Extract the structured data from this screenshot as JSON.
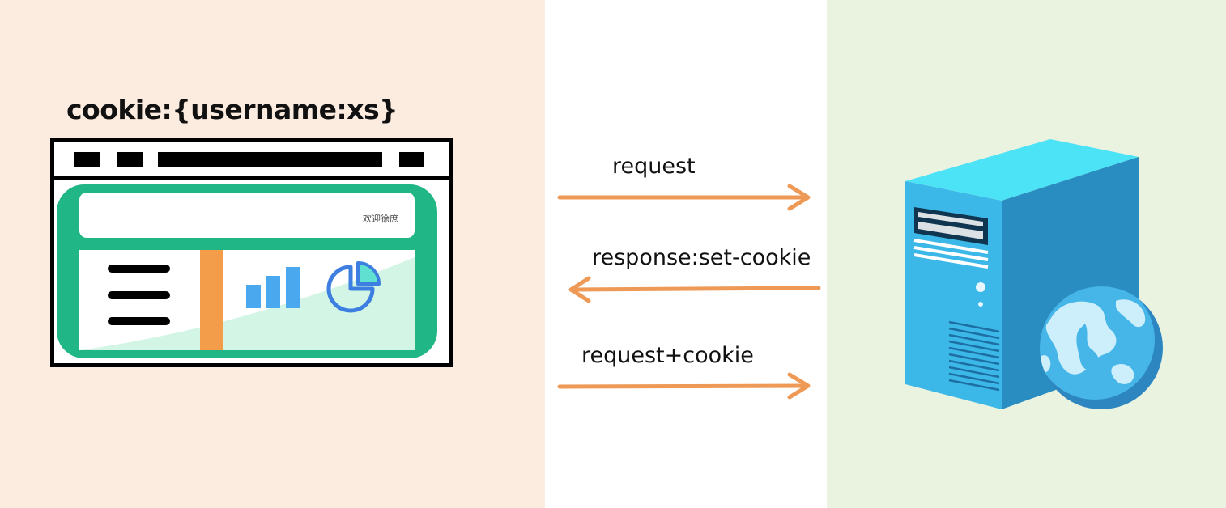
{
  "browser": {
    "cookie_label": "cookie:{username:xs}",
    "welcome_text": "欢迎徐庶",
    "menu_icon": "hamburger-menu-icon",
    "bar_chart_icon": "bar-chart-icon",
    "pie_chart_icon": "pie-chart-icon"
  },
  "flows": [
    {
      "label": "request",
      "direction": "right"
    },
    {
      "label": "response:set-cookie",
      "direction": "left"
    },
    {
      "label": "request+cookie",
      "direction": "right"
    }
  ],
  "server": {
    "server_icon": "server-tower-icon",
    "globe_icon": "globe-icon"
  },
  "colors": {
    "client_bg": "#fcebdf",
    "server_bg": "#eaf2e0",
    "arrow": "#ee9955",
    "frame_green": "#21b685",
    "sidebar_orange": "#f39c4a",
    "server_blue": "#3bb8e8"
  }
}
